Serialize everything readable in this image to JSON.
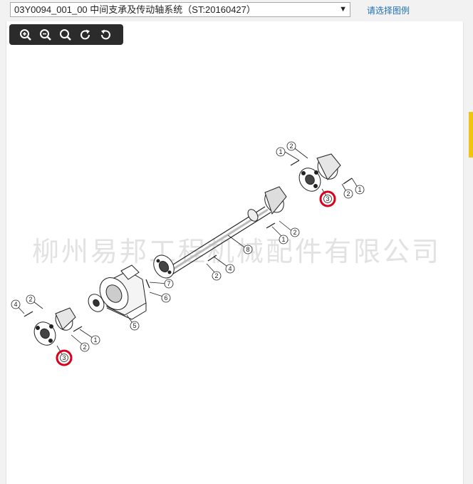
{
  "header": {
    "model_select_value": "03Y0094_001_00 中间支承及传动轴系统（ST:20160427）",
    "legend_link": "请选择图例"
  },
  "toolbar": {
    "tools": [
      {
        "icon": "zoom-in-icon"
      },
      {
        "icon": "zoom-out-icon"
      },
      {
        "icon": "zoom-reset-icon"
      },
      {
        "icon": "rotate-right-icon"
      },
      {
        "icon": "rotate-left-icon"
      }
    ]
  },
  "diagram": {
    "watermark": "柳州易邦工程机械配件有限公司",
    "callouts": [
      {
        "num": "1"
      },
      {
        "num": "2"
      },
      {
        "num": "2"
      },
      {
        "num": "1"
      },
      {
        "num": "1"
      },
      {
        "num": "2"
      },
      {
        "num": "8"
      },
      {
        "num": "4"
      },
      {
        "num": "2"
      },
      {
        "num": "7"
      },
      {
        "num": "6"
      },
      {
        "num": "5"
      },
      {
        "num": "4"
      },
      {
        "num": "2"
      },
      {
        "num": "1"
      },
      {
        "num": "2"
      }
    ],
    "highlighted": [
      {
        "num": "3"
      },
      {
        "num": "3"
      }
    ],
    "highlight_color": "#d9001b"
  }
}
